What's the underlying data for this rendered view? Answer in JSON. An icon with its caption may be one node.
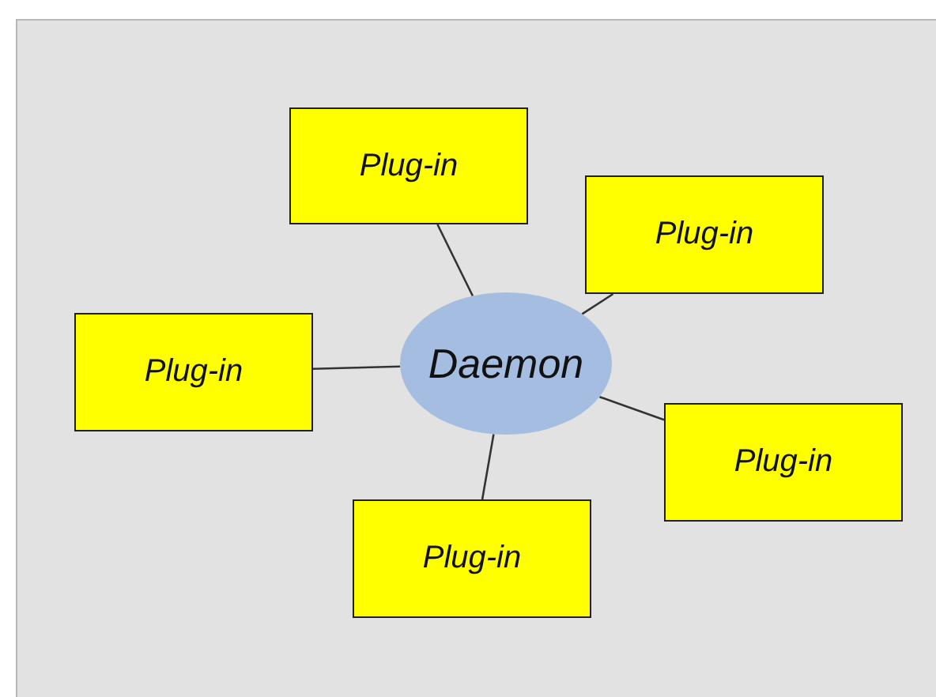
{
  "diagram": {
    "nodes": [
      {
        "text": [
          "Plug-in"
        ]
      },
      {
        "text": [
          "Plug-in"
        ]
      },
      {
        "text": [
          "Plug-in"
        ]
      },
      {
        "text": [
          "Daemon"
        ]
      },
      {
        "text": [
          "Plug-in"
        ]
      },
      {
        "text": [
          "Plug-in"
        ]
      }
    ],
    "edges": [
      {
        "from": 3,
        "to": 0,
        "arrow": "none"
      },
      {
        "from": 3,
        "to": 1,
        "arrow": "none"
      },
      {
        "from": 3,
        "to": 2,
        "arrow": "none"
      },
      {
        "from": 3,
        "to": 4,
        "arrow": "none"
      },
      {
        "from": 3,
        "to": 5,
        "arrow": "none"
      }
    ]
  }
}
